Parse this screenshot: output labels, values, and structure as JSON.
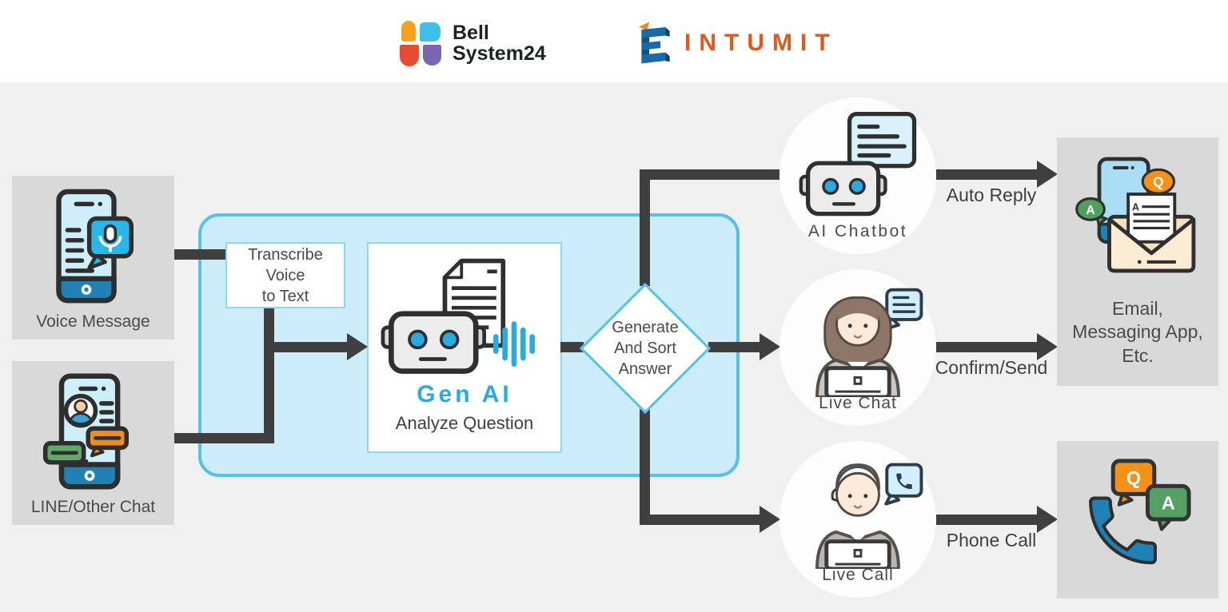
{
  "header": {
    "bell_logo": {
      "line1": "Bell",
      "line2": "System24"
    },
    "intumit_logo": {
      "text": "INTUMIT"
    }
  },
  "sources": [
    {
      "label": "Voice Message"
    },
    {
      "label": "LINE/Other Chat"
    }
  ],
  "pipeline": {
    "transcribe": {
      "text": "Transcribe\nVoice\nto Text"
    },
    "gen_ai": {
      "title": "Gen AI",
      "subtitle": "Analyze Question"
    },
    "decision": {
      "text": "Generate\nAnd Sort\nAnswer"
    }
  },
  "channels": [
    {
      "label": "AI Chatbot",
      "arrow_label": "Auto Reply"
    },
    {
      "label": "Live Chat",
      "arrow_label": "Confirm/Send"
    },
    {
      "label": "Live Call",
      "arrow_label": "Phone Call"
    }
  ],
  "destinations": {
    "email": {
      "label": "Email,\nMessaging App,\nEtc."
    },
    "phone_qa": {
      "q": "Q",
      "a": "A"
    }
  },
  "bubbles": {
    "q": "Q",
    "a": "A",
    "letter_a": "A"
  },
  "colors": {
    "background": "#f0f0f0",
    "header": "#ffffff",
    "gray_box": "#d9d9d9",
    "arrow": "#3f3f3f",
    "blue_container_fill": "#cdecf9",
    "blue_container_border": "#55c1e9",
    "node_border": "#8ed7f3",
    "genai_blue": "#29abe2",
    "text": "#4a4a4a",
    "orange": "#f39119",
    "green": "#4fa05e",
    "phone_blue": "#1f81b6",
    "intumit_orange": "#e2571c"
  }
}
